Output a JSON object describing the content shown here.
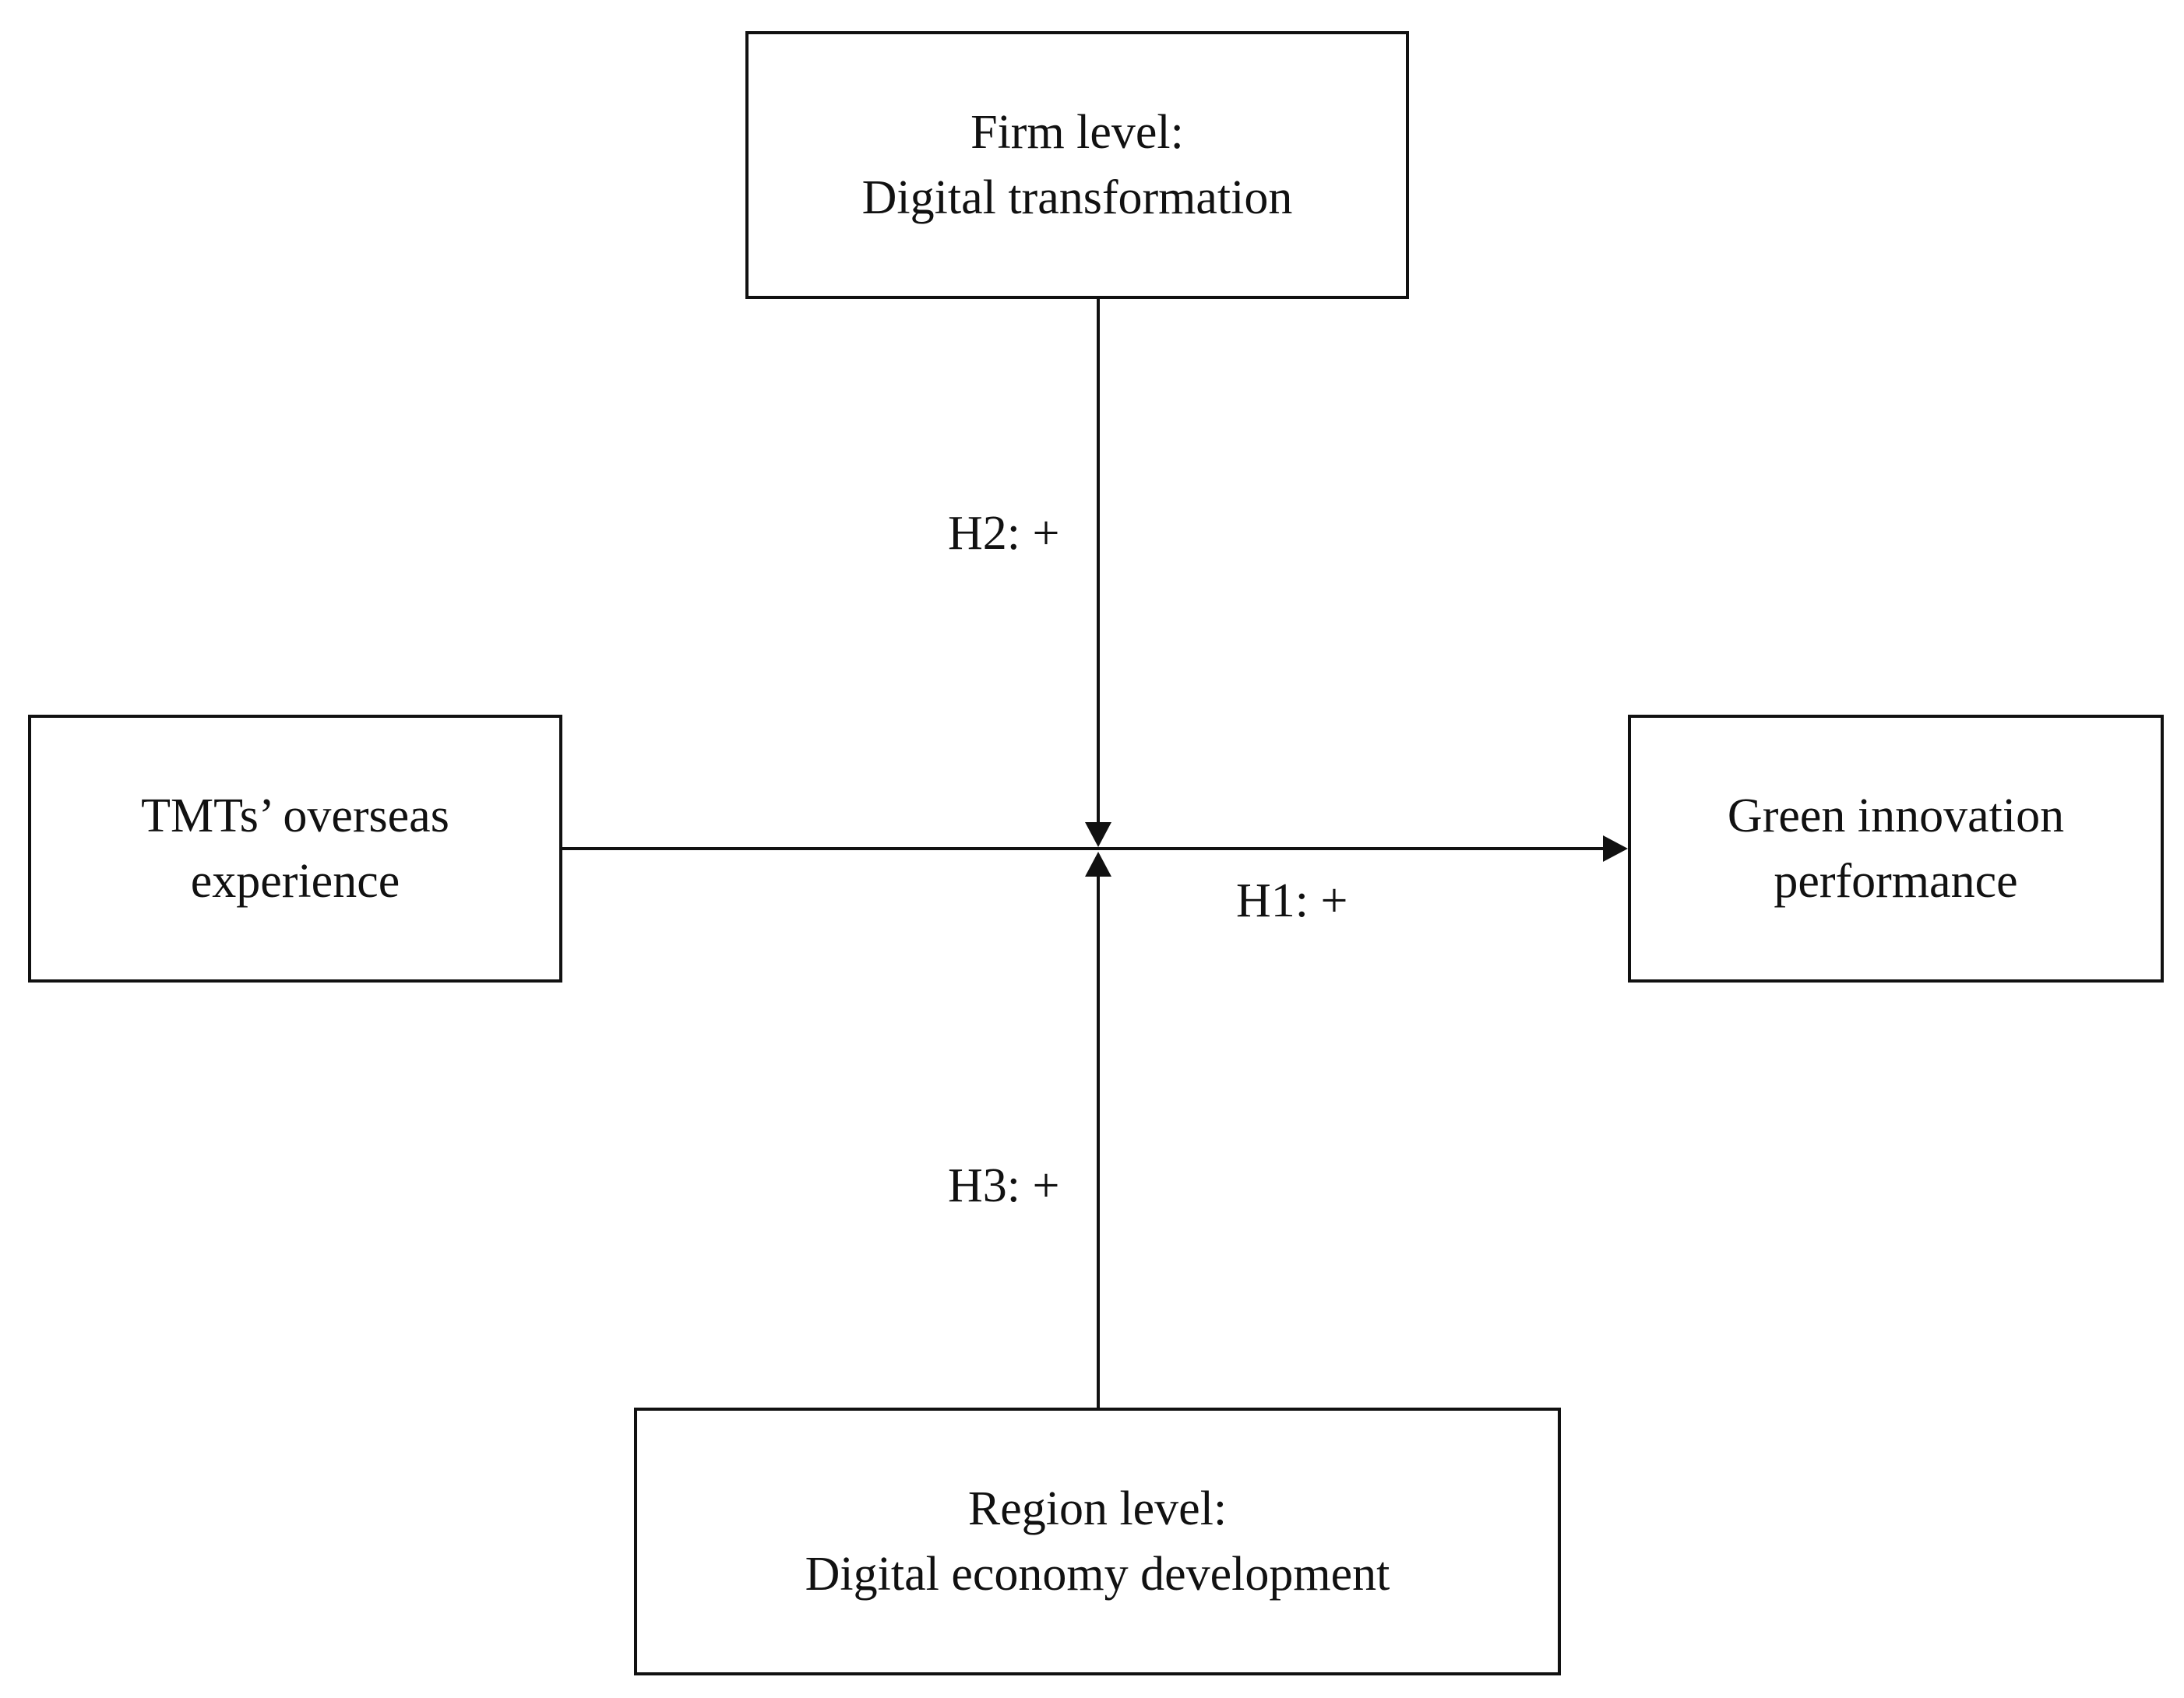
{
  "diagram": {
    "nodes": {
      "firm_level": {
        "line1": "Firm level:",
        "line2": "Digital transformation"
      },
      "tmt_experience": {
        "line1": "TMTs’ overseas",
        "line2": "experience"
      },
      "green_innovation": {
        "line1": "Green innovation",
        "line2": "performance"
      },
      "region_level": {
        "line1": "Region level:",
        "line2": "Digital economy development"
      }
    },
    "edges": {
      "h1": {
        "from": "tmt_experience",
        "to": "green_innovation",
        "label": "H1: +"
      },
      "h2": {
        "from": "firm_level",
        "to": "h1",
        "label": "H2: +"
      },
      "h3": {
        "from": "region_level",
        "to": "h1",
        "label": "H3: +"
      }
    },
    "colors": {
      "line": "#111111",
      "background": "#ffffff"
    }
  }
}
